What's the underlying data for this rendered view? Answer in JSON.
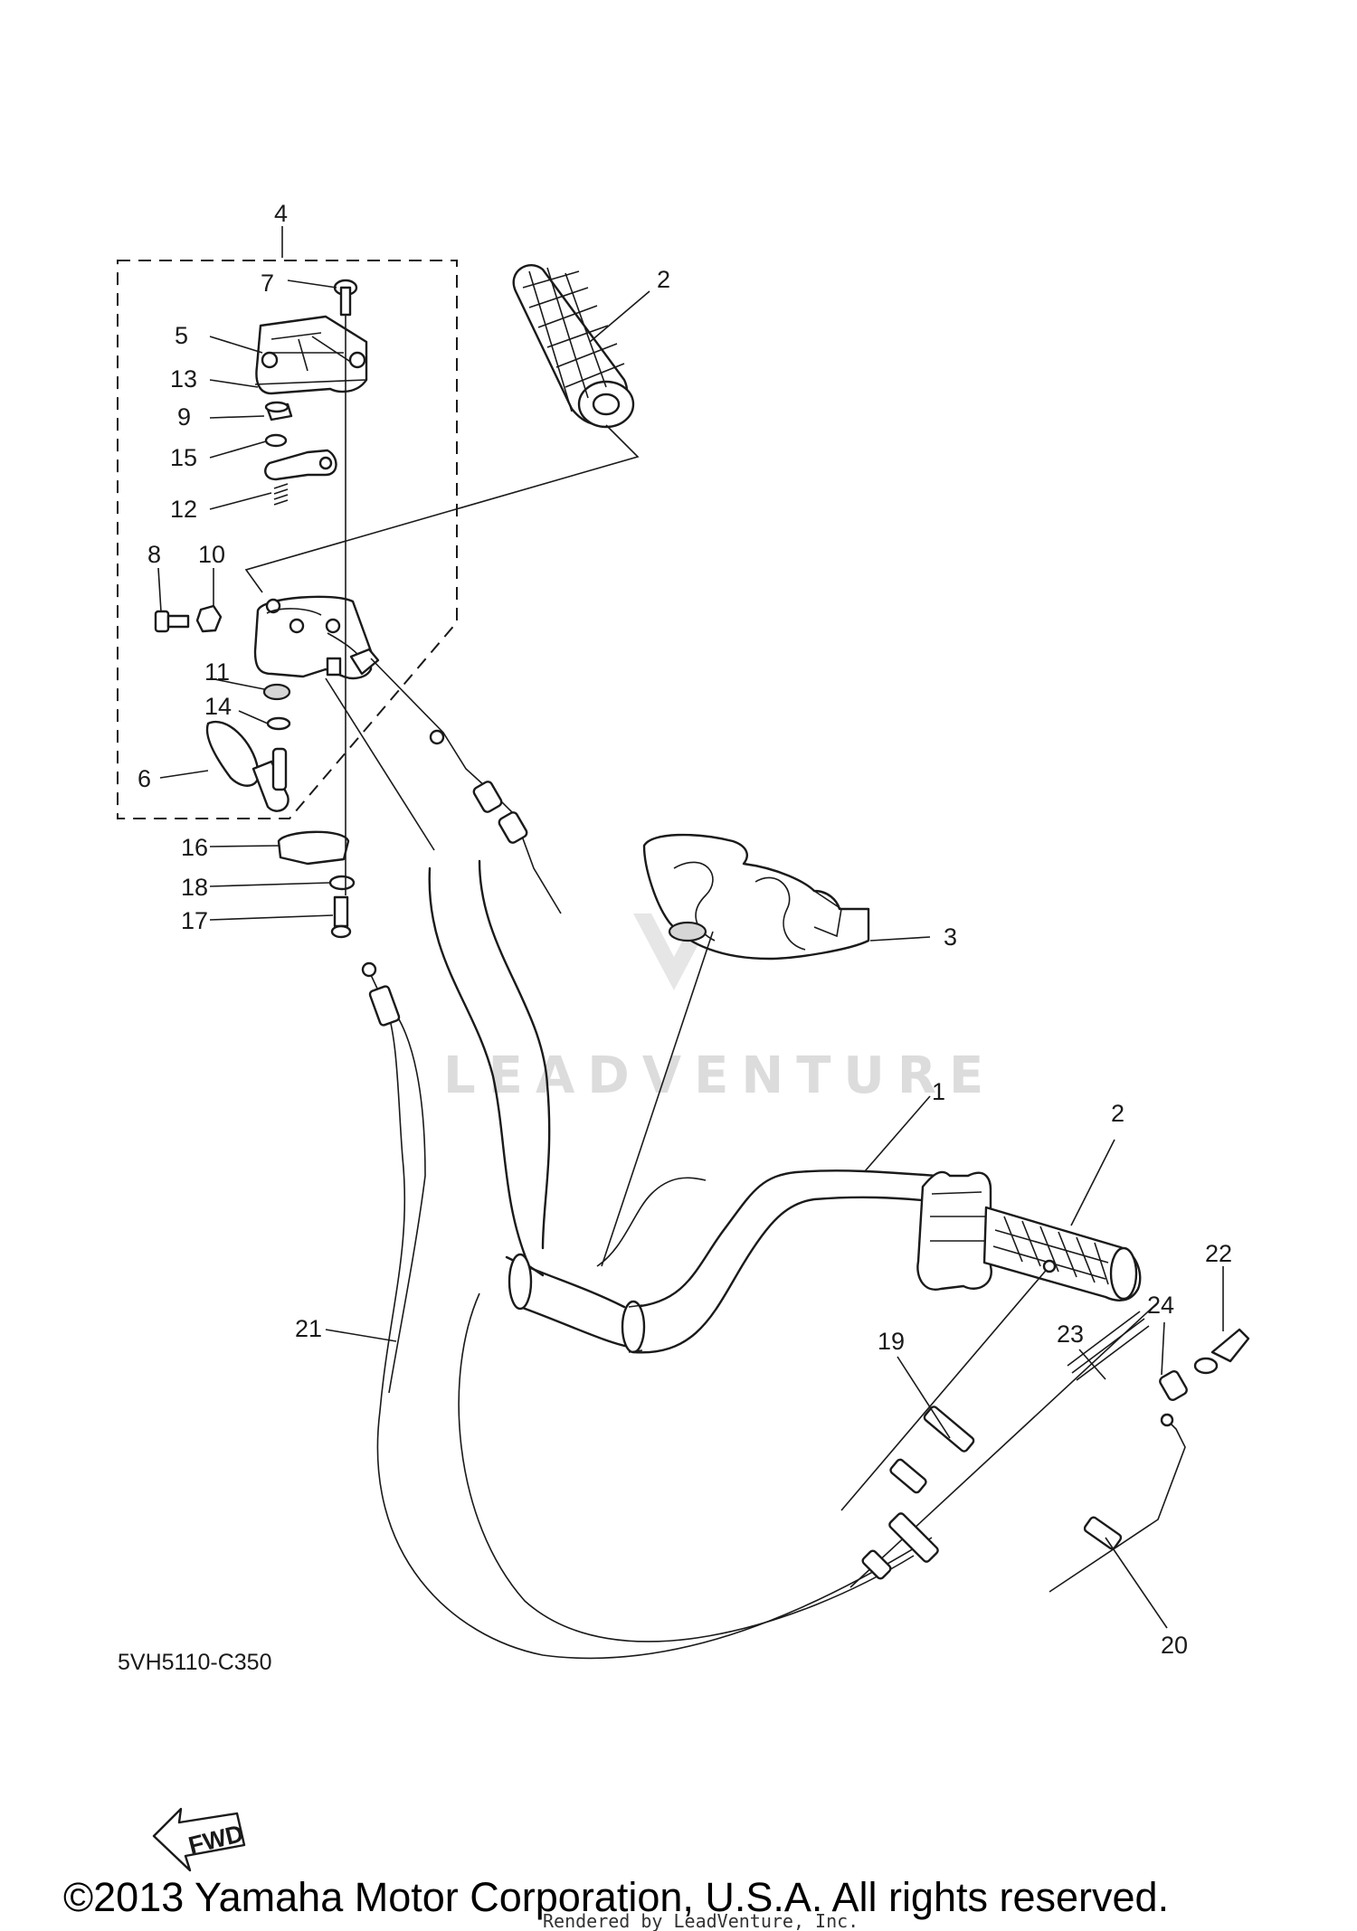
{
  "diagram": {
    "part_code": "5VH5110-C350",
    "fwd_label": "FWD",
    "copyright": "©2013 Yamaha Motor Corporation, U.S.A. All rights reserved.",
    "rendered_by": "Rendered by LeadVenture, Inc.",
    "watermark": "LEADVENTURE",
    "callouts": {
      "c1": "1",
      "c2a": "2",
      "c2b": "2",
      "c3": "3",
      "c4": "4",
      "c5": "5",
      "c6": "6",
      "c7": "7",
      "c8": "8",
      "c9": "9",
      "c10": "10",
      "c11": "11",
      "c12": "12",
      "c13": "13",
      "c14": "14",
      "c15": "15",
      "c16": "16",
      "c17": "17",
      "c18": "18",
      "c19": "19",
      "c20": "20",
      "c21": "21",
      "c22": "22",
      "c23": "23",
      "c24": "24"
    }
  }
}
